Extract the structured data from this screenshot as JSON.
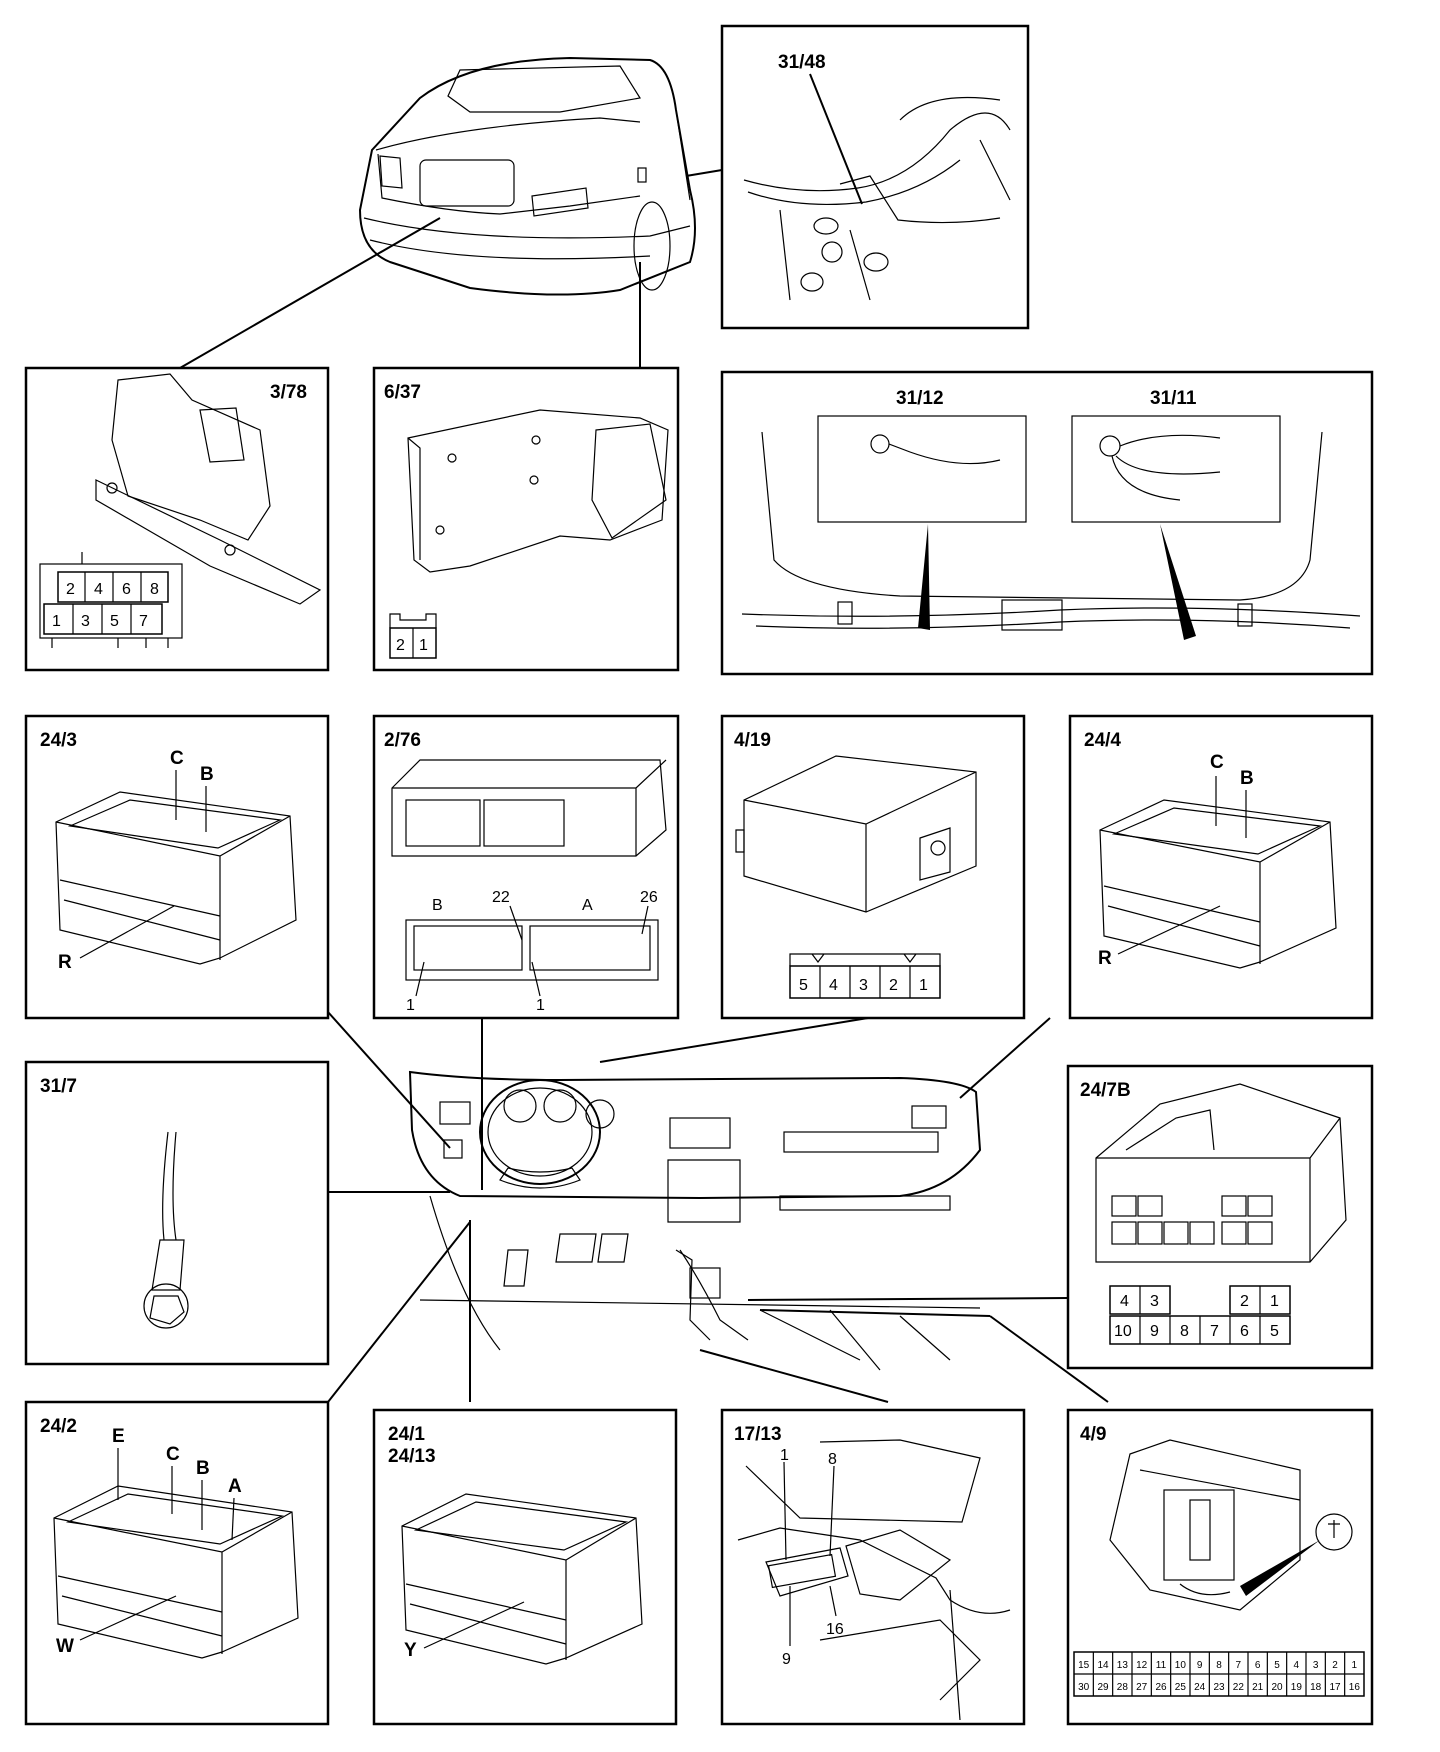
{
  "components": {
    "c31_48": "31/48",
    "c3_78": "3/78",
    "c6_37": "6/37",
    "c31_12": "31/12",
    "c31_11": "31/11",
    "c24_3": "24/3",
    "c2_76": "2/76",
    "c4_19": "4/19",
    "c24_4": "24/4",
    "c31_7": "31/7",
    "c24_7B": "24/7B",
    "c24_2": "24/2",
    "c24_1": "24/1",
    "c24_13": "24/13",
    "c17_13": "17/13",
    "c4_9": "4/9"
  },
  "letters": {
    "C": "C",
    "B": "B",
    "A": "A",
    "E": "E",
    "R": "R",
    "W": "W",
    "Y": "Y"
  },
  "pinouts": {
    "p3_78_top": [
      "2",
      "4",
      "6",
      "8"
    ],
    "p3_78_bottom": [
      "1",
      "3",
      "5",
      "7"
    ],
    "p6_37": [
      "2",
      "1"
    ],
    "p4_19": [
      "5",
      "4",
      "3",
      "2",
      "1"
    ],
    "p24_7B_top": [
      "4",
      "3",
      "2",
      "1"
    ],
    "p24_7B_bottom": [
      "10",
      "9",
      "8",
      "7",
      "6",
      "5"
    ],
    "p4_9_top": [
      "15",
      "14",
      "13",
      "12",
      "11",
      "10",
      "9",
      "8",
      "7",
      "6",
      "5",
      "4",
      "3",
      "2",
      "1"
    ],
    "p4_9_bottom": [
      "30",
      "29",
      "28",
      "27",
      "26",
      "25",
      "24",
      "23",
      "22",
      "21",
      "20",
      "19",
      "18",
      "17",
      "16"
    ]
  },
  "connector_2_76": {
    "b": "B",
    "a": "A",
    "n22": "22",
    "n26": "26",
    "n1a": "1",
    "n1b": "1"
  },
  "connector_17_13": {
    "n1": "1",
    "n8": "8",
    "n9": "9",
    "n16": "16"
  }
}
